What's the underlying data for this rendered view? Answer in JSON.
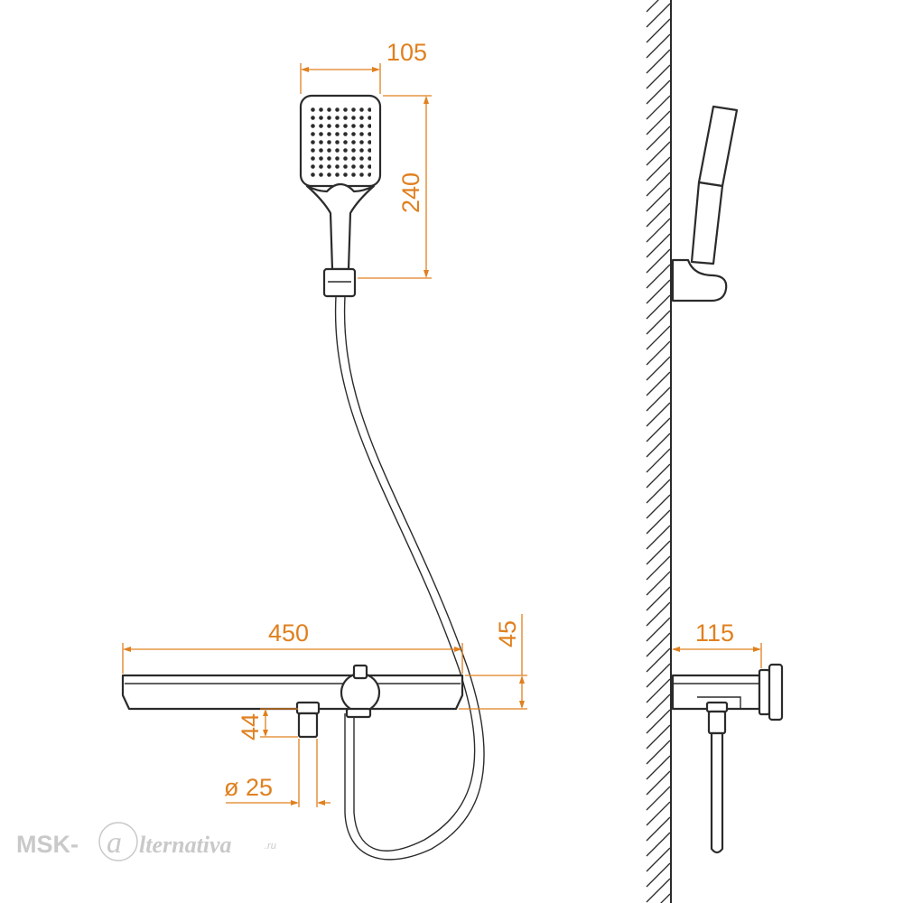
{
  "dimensions": {
    "head_width": "105",
    "head_height": "240",
    "shelf_length": "450",
    "shelf_thickness": "45",
    "inlet_height": "44",
    "inlet_diameter": "ø 25",
    "wall_projection": "115"
  },
  "watermark": {
    "prefix": "MSK-",
    "letter": "a",
    "rest": "lternativa",
    "suffix": ".ru"
  },
  "colors": {
    "dimension": "#e0801f",
    "outline": "#2b2b2b",
    "watermark": "#c9c9c9"
  }
}
